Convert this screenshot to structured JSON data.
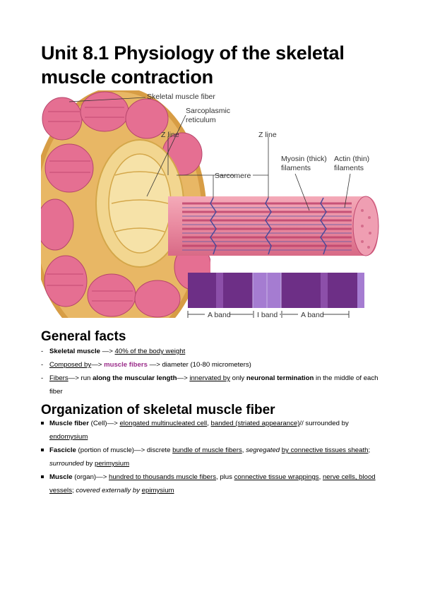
{
  "title": "Unit 8.1 Physiology of the skeletal muscle contraction",
  "figure": {
    "labels": {
      "fiber": "Skeletal muscle fiber",
      "sr_1": "Sarcoplasmic",
      "sr_2": "reticulum",
      "zline_1": "Z line",
      "zline_2": "Z line",
      "sarcomere": "Sarcomere",
      "myosin_1": "Myosin (thick)",
      "myosin_2": "filaments",
      "actin_1": "Actin (thin)",
      "actin_2": "filaments",
      "aband_1": "A band",
      "iband": "I band",
      "aband_2": "A band"
    },
    "colors": {
      "fiber_pink": "#e77f97",
      "fiber_stripe": "#c0466e",
      "sr_yellow": "#f2d690",
      "band_purple": "#6d2f86",
      "band_light": "#a57cd1"
    }
  },
  "general": {
    "heading": "General facts",
    "items": [
      [
        {
          "t": "Skeletal muscle",
          "s": "b"
        },
        {
          "t": " —> ",
          "s": ""
        },
        {
          "t": "40% of the body weight",
          "s": "u"
        }
      ],
      [
        {
          "t": "Composed by",
          "s": "u"
        },
        {
          "t": "—> ",
          "s": ""
        },
        {
          "t": "muscle fibers",
          "s": "purple"
        },
        {
          "t": " —> diameter (10-80 micrometers)",
          "s": ""
        }
      ],
      [
        {
          "t": "Fibers",
          "s": "u"
        },
        {
          "t": "—> run ",
          "s": ""
        },
        {
          "t": "along the muscular length",
          "s": "b"
        },
        {
          "t": "—> ",
          "s": ""
        },
        {
          "t": "innervated by",
          "s": "u"
        },
        {
          "t": " only ",
          "s": ""
        },
        {
          "t": "neuronal termination",
          "s": "b"
        },
        {
          "t": " in the middle of each fiber",
          "s": ""
        }
      ]
    ]
  },
  "organization": {
    "heading": "Organization of skeletal muscle fiber",
    "items": [
      [
        {
          "t": "Muscle fiber",
          "s": "b"
        },
        {
          "t": " (Cell)—> ",
          "s": ""
        },
        {
          "t": "elongated multinucleated cell",
          "s": "u"
        },
        {
          "t": ", ",
          "s": ""
        },
        {
          "t": "banded (striated appearance)",
          "s": "u"
        },
        {
          "t": "// surrounded by ",
          "s": ""
        },
        {
          "t": "endomysium",
          "s": "u"
        }
      ],
      [
        {
          "t": "Fascicle",
          "s": "b"
        },
        {
          "t": " (portion of muscle)—> discrete ",
          "s": ""
        },
        {
          "t": "bundle of muscle fibers",
          "s": "u"
        },
        {
          "t": ", ",
          "s": ""
        },
        {
          "t": "segregated",
          "s": "i"
        },
        {
          "t": " ",
          "s": ""
        },
        {
          "t": "by connective tissues sheath",
          "s": "u"
        },
        {
          "t": "; ",
          "s": ""
        },
        {
          "t": "surrounded",
          "s": "i"
        },
        {
          "t": " by ",
          "s": ""
        },
        {
          "t": "perimysium",
          "s": "u"
        }
      ],
      [
        {
          "t": "Muscle",
          "s": "b"
        },
        {
          "t": " (organ)—> ",
          "s": ""
        },
        {
          "t": "hundred to thousands muscle fibers",
          "s": "u"
        },
        {
          "t": ", plus ",
          "s": ""
        },
        {
          "t": "connective tissue wrappings",
          "s": "u"
        },
        {
          "t": ", ",
          "s": ""
        },
        {
          "t": "nerve cells, blood vessels",
          "s": "u"
        },
        {
          "t": "; ",
          "s": ""
        },
        {
          "t": "covered externally by",
          "s": "i"
        },
        {
          "t": " ",
          "s": ""
        },
        {
          "t": "epimysium",
          "s": "u"
        }
      ]
    ]
  }
}
